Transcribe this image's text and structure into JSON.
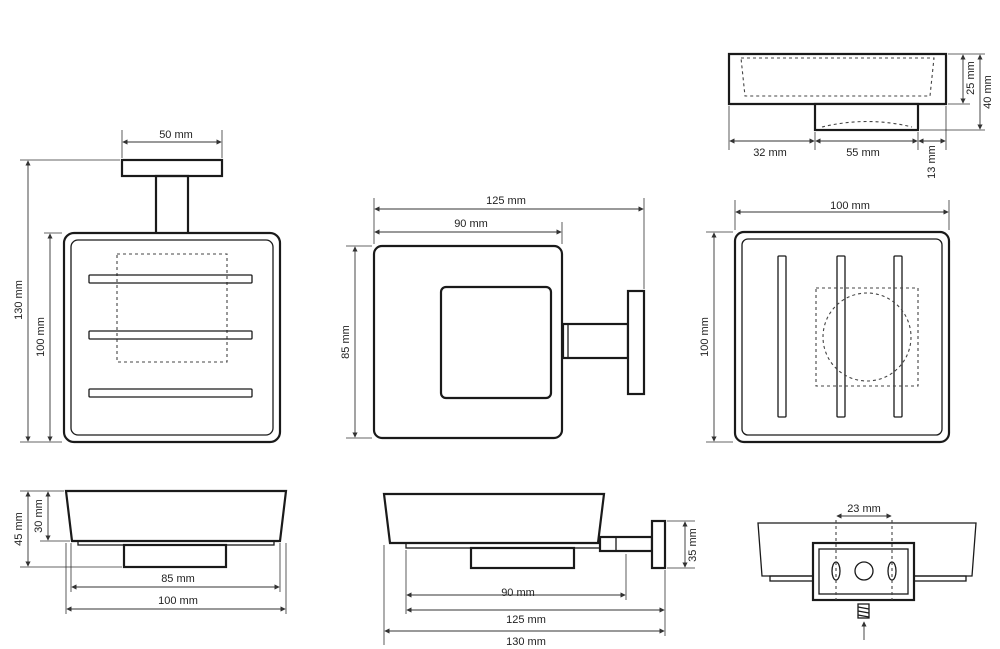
{
  "drawing": {
    "views": {
      "front": {
        "width_top": "50 mm",
        "height_total": "130 mm",
        "height_tray": "100 mm"
      },
      "side": {
        "depth_total": "125 mm",
        "depth_tray": "90 mm",
        "height": "85 mm"
      },
      "top_small": {
        "h25": "25 mm",
        "h40": "40 mm",
        "w32": "32 mm",
        "w55": "55 mm",
        "w13": "13 mm"
      },
      "top_square": {
        "width": "100 mm",
        "height": "100 mm"
      },
      "bottom_left": {
        "h45": "45 mm",
        "h30": "30 mm",
        "w85": "85 mm",
        "w100": "100 mm"
      },
      "bottom_mid": {
        "h35": "35 mm",
        "w90": "90 mm",
        "w125": "125 mm",
        "w130": "130 mm"
      },
      "bottom_right": {
        "w23": "23 mm"
      }
    }
  }
}
